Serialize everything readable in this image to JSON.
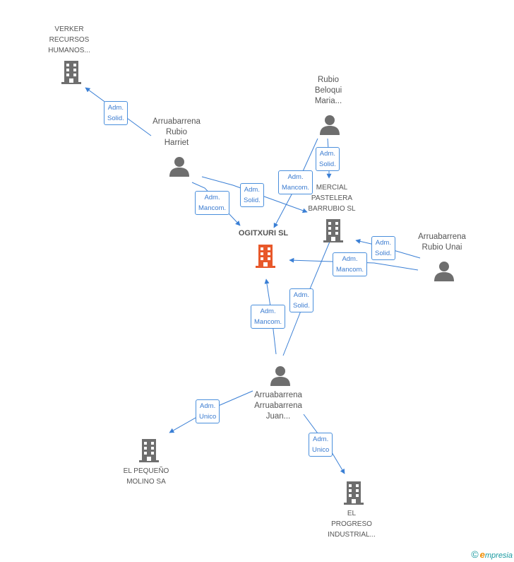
{
  "nodes": {
    "ogitxuri": {
      "lines": [
        "OGITXURI SL"
      ],
      "type": "company",
      "role": "main",
      "color": "#e8582a"
    },
    "verker": {
      "lines": [
        "VERKER",
        "RECURSOS",
        "HUMANOS..."
      ],
      "type": "company"
    },
    "rubio_beloqui": {
      "lines": [
        "Rubio",
        "Beloqui",
        "Maria..."
      ],
      "type": "person"
    },
    "harriet": {
      "lines": [
        "Arruabarrena",
        "Rubio",
        "Harriet"
      ],
      "type": "person"
    },
    "comercial": {
      "lines": [
        "MERCIAL",
        "PASTELERA",
        "BARRUBIO SL"
      ],
      "type": "company"
    },
    "unai": {
      "lines": [
        "Arruabarrena",
        "Rubio Unai"
      ],
      "type": "person"
    },
    "juan": {
      "lines": [
        "Arruabarrena",
        "Arruabarrena",
        "Juan..."
      ],
      "type": "person"
    },
    "molino": {
      "lines": [
        "EL PEQUEÑO",
        "MOLINO SA"
      ],
      "type": "company"
    },
    "progreso": {
      "lines": [
        "EL",
        "PROGRESO",
        "INDUSTRIAL..."
      ],
      "type": "company"
    }
  },
  "relations": [
    {
      "id": "r1",
      "lines": [
        "Adm.",
        "Solid."
      ]
    },
    {
      "id": "r2",
      "lines": [
        "Adm.",
        "Solid."
      ]
    },
    {
      "id": "r3",
      "lines": [
        "Adm.",
        "Mancom."
      ]
    },
    {
      "id": "r4",
      "lines": [
        "Adm.",
        "Mancom."
      ]
    },
    {
      "id": "r5",
      "lines": [
        "Adm.",
        "Solid."
      ]
    },
    {
      "id": "r6",
      "lines": [
        "Adm.",
        "Solid."
      ]
    },
    {
      "id": "r7",
      "lines": [
        "Adm.",
        "Mancom."
      ]
    },
    {
      "id": "r8",
      "lines": [
        "Adm.",
        "Solid."
      ]
    },
    {
      "id": "r9",
      "lines": [
        "Adm.",
        "Mancom."
      ]
    },
    {
      "id": "r10",
      "lines": [
        "Adm.",
        "Unico"
      ]
    },
    {
      "id": "r11",
      "lines": [
        "Adm.",
        "Unico"
      ]
    }
  ],
  "colors": {
    "edge": "#3a7fd5",
    "icon": "#6e6e6e",
    "main": "#e8582a"
  },
  "footer": {
    "copyright": "©",
    "brand_e": "e",
    "brand_rest": "mpresia"
  }
}
